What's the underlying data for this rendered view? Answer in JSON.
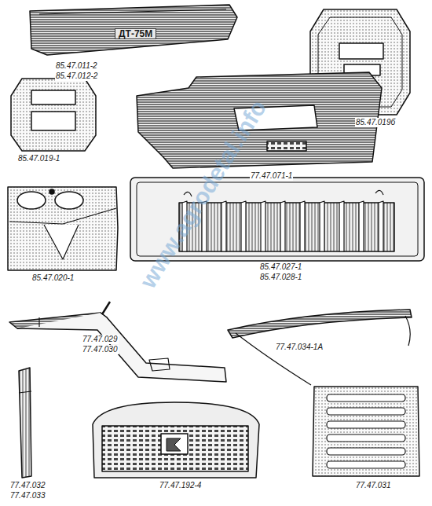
{
  "diagram": {
    "labels": [
      "ДТ-75М",
      "85.47.011-2",
      "85.47.012-2",
      "85.47.019б",
      "85.47.019-1",
      "77.47.071-1",
      "85.47.020-1",
      "85.47.027-1",
      "85.47.028-1",
      "77.47.029",
      "77.47.030",
      "77.47.034-1А",
      "77.47.032",
      "77.47.033",
      "77.47.192-4",
      "77.47.031",
      "www.agrodetal.info"
    ]
  }
}
